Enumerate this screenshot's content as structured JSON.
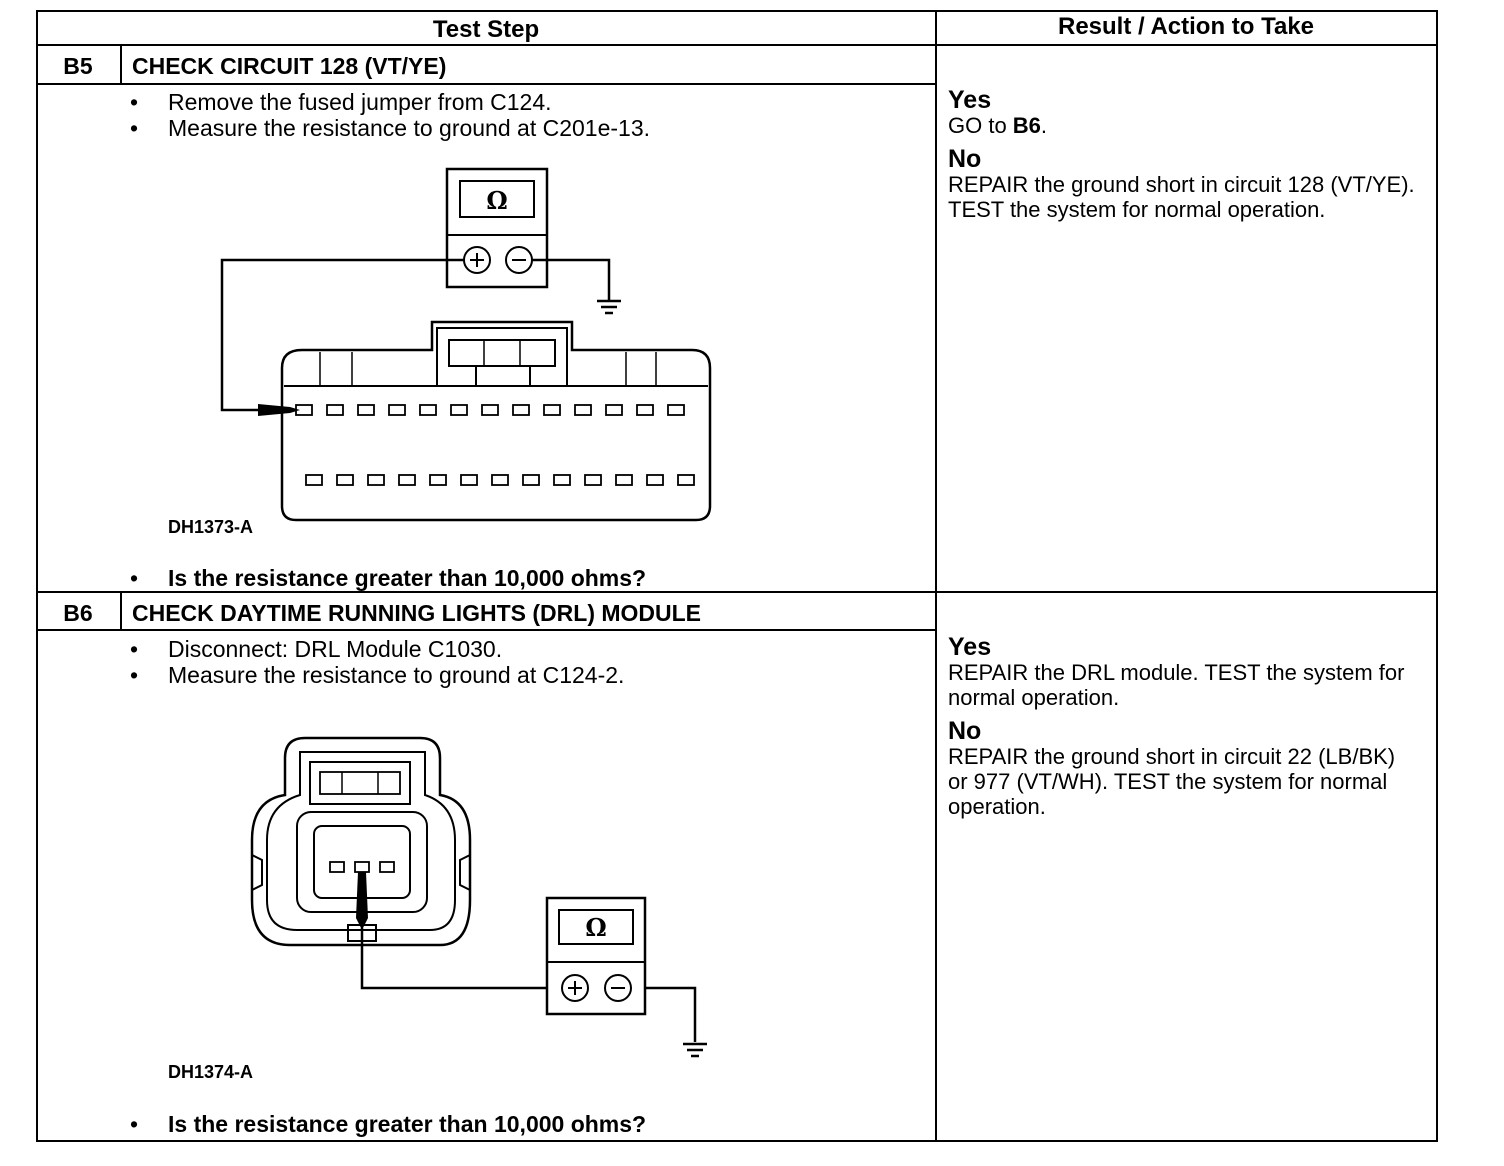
{
  "table": {
    "header_step": "Test Step",
    "header_result": "Result / Action to Take"
  },
  "steps": [
    {
      "id": "B5",
      "title": "CHECK CIRCUIT 128 (VT/YE)",
      "instructions": [
        "Remove the fused jumper from C124.",
        "Measure the resistance to ground at C201e-13."
      ],
      "figure_label": "DH1373-A",
      "question": "Is the resistance greater than 10,000 ohms?",
      "meter_symbol": "Ω",
      "yes_label": "Yes",
      "yes_text_pre": "GO to ",
      "yes_text_bold": "B6",
      "yes_text_post": ".",
      "no_label": "No",
      "no_text": "REPAIR the ground short in circuit 128 (VT/YE). TEST the system for normal operation."
    },
    {
      "id": "B6",
      "title": "CHECK DAYTIME RUNNING LIGHTS (DRL) MODULE",
      "instructions": [
        "Disconnect: DRL Module C1030.",
        "Measure the resistance to ground at C124-2."
      ],
      "figure_label": "DH1374-A",
      "question": "Is the resistance greater than 10,000 ohms?",
      "meter_symbol": "Ω",
      "yes_label": "Yes",
      "yes_text": "REPAIR the DRL module. TEST the system for normal operation.",
      "no_label": "No",
      "no_text": "REPAIR the ground short in circuit 22 (LB/BK) or 977 (VT/WH). TEST the system for normal operation."
    }
  ],
  "icons": [
    "ohmmeter-icon",
    "ground-symbol-icon",
    "connector-c201e-icon",
    "connector-c124-icon",
    "probe-icon"
  ]
}
